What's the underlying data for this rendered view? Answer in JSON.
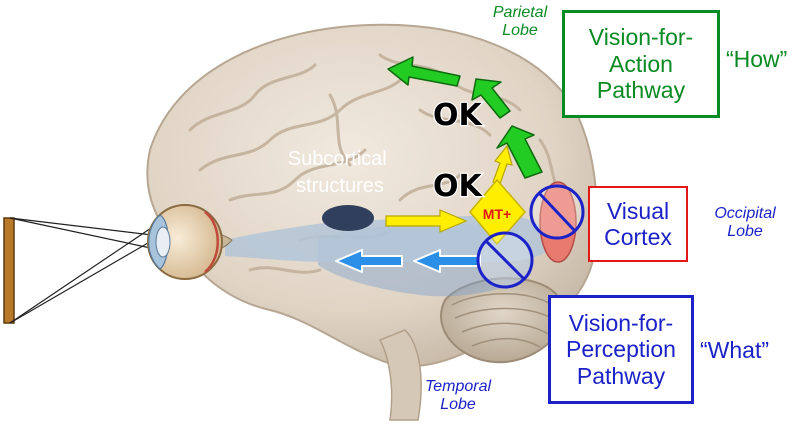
{
  "labels": {
    "parietal_lobe": [
      "Parietal",
      "Lobe"
    ],
    "occipital_lobe": [
      "Occipital",
      "Lobe"
    ],
    "temporal_lobe": [
      "Temporal",
      "Lobe"
    ],
    "subcortical": [
      "Subcortical",
      "structures"
    ],
    "mt_plus": "MT+",
    "ok_upper": "OK",
    "ok_lower": "OK"
  },
  "boxes": {
    "action": {
      "lines": [
        "Vision-for-",
        "Action",
        "Pathway"
      ],
      "color": "#0a8a22"
    },
    "perception": {
      "lines": [
        "Vision-for-",
        "Perception",
        "Pathway"
      ],
      "color": "#1a22c8"
    },
    "visual_cortex": {
      "lines": [
        "Visual",
        "Cortex"
      ],
      "color": "#e01818"
    }
  },
  "quotes": {
    "how": "“How”",
    "what": "“What”"
  },
  "colors": {
    "dorsal_arrow": "#22cc22",
    "ventral_arrow": "#2b8fe8",
    "mt_arrow": "#ffee00",
    "lesion_symbol": "#1a22c8",
    "brain": "#e2d7c9"
  },
  "icons": [
    "eye-icon",
    "lesion-no-symbol-icon",
    "lesion-no-symbol-icon"
  ]
}
